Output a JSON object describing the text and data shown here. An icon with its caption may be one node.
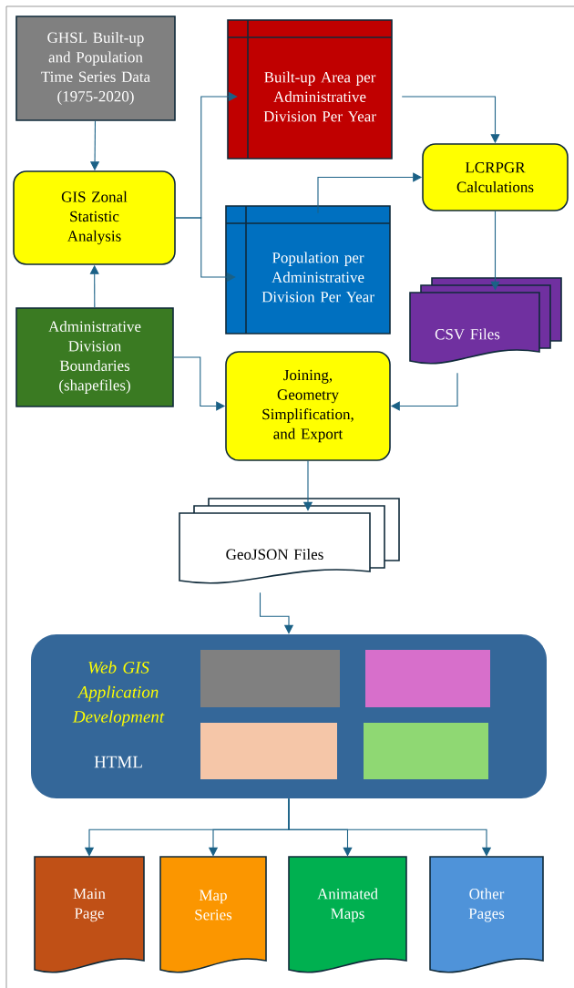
{
  "diagram": {
    "nodes": [
      {
        "text": [
          "GHSL Built-up and Population Time Series Data (1975-2020)"
        ]
      },
      {
        "text": [
          "GIS Zonal Statistic Analysis"
        ]
      },
      {
        "text": [
          "Administrative Division Boundaries (shapefiles)"
        ]
      },
      {
        "text": [
          "Built-up Area per Administrative Division Per Year"
        ]
      },
      {
        "text": [
          "Population per Administrative Division Per Year"
        ]
      },
      {
        "text": [
          "LCRPGR Calculations"
        ]
      },
      {
        "text": [
          "CSV Files"
        ]
      },
      {
        "text": [
          "Joining, Geometry Simplification, and Export"
        ]
      },
      {
        "text": [
          "GeoJSON Files"
        ]
      },
      {
        "text": [
          "Web GIS Application Development",
          "HTML"
        ]
      },
      {
        "text": [],
        "shape": "box",
        "in": 9
      },
      {
        "text": [],
        "shape": "box",
        "in": 9
      },
      {
        "text": [],
        "shape": "box",
        "in": 9
      },
      {
        "text": [],
        "shape": "box",
        "in": 9
      },
      {
        "text": [
          "Main Page"
        ]
      },
      {
        "text": [
          "Map Series"
        ]
      },
      {
        "text": [
          "Animated Maps"
        ]
      },
      {
        "text": [
          "Other Pages"
        ]
      }
    ],
    "edges": [
      {
        "from": 0,
        "to": 1,
        "arrow": "to"
      },
      {
        "from": 2,
        "to": 1,
        "arrow": "to"
      },
      {
        "from": 1,
        "to": 3,
        "arrow": "to"
      },
      {
        "from": 1,
        "to": 4,
        "arrow": "to"
      },
      {
        "from": 3,
        "to": 5,
        "arrow": "to"
      },
      {
        "from": 4,
        "to": 5,
        "arrow": "to"
      },
      {
        "from": 5,
        "to": 6,
        "arrow": "to"
      },
      {
        "from": 2,
        "to": 7,
        "arrow": "to"
      },
      {
        "from": 6,
        "to": 7,
        "arrow": "to"
      },
      {
        "from": 7,
        "to": 8,
        "arrow": "to"
      },
      {
        "from": 8,
        "to": 9,
        "arrow": "to"
      },
      {
        "from": 9,
        "to": 14,
        "arrow": "to"
      },
      {
        "from": 9,
        "to": 15,
        "arrow": "to"
      },
      {
        "from": 9,
        "to": 16,
        "arrow": "to"
      },
      {
        "from": 9,
        "to": 17,
        "arrow": "to"
      }
    ]
  }
}
